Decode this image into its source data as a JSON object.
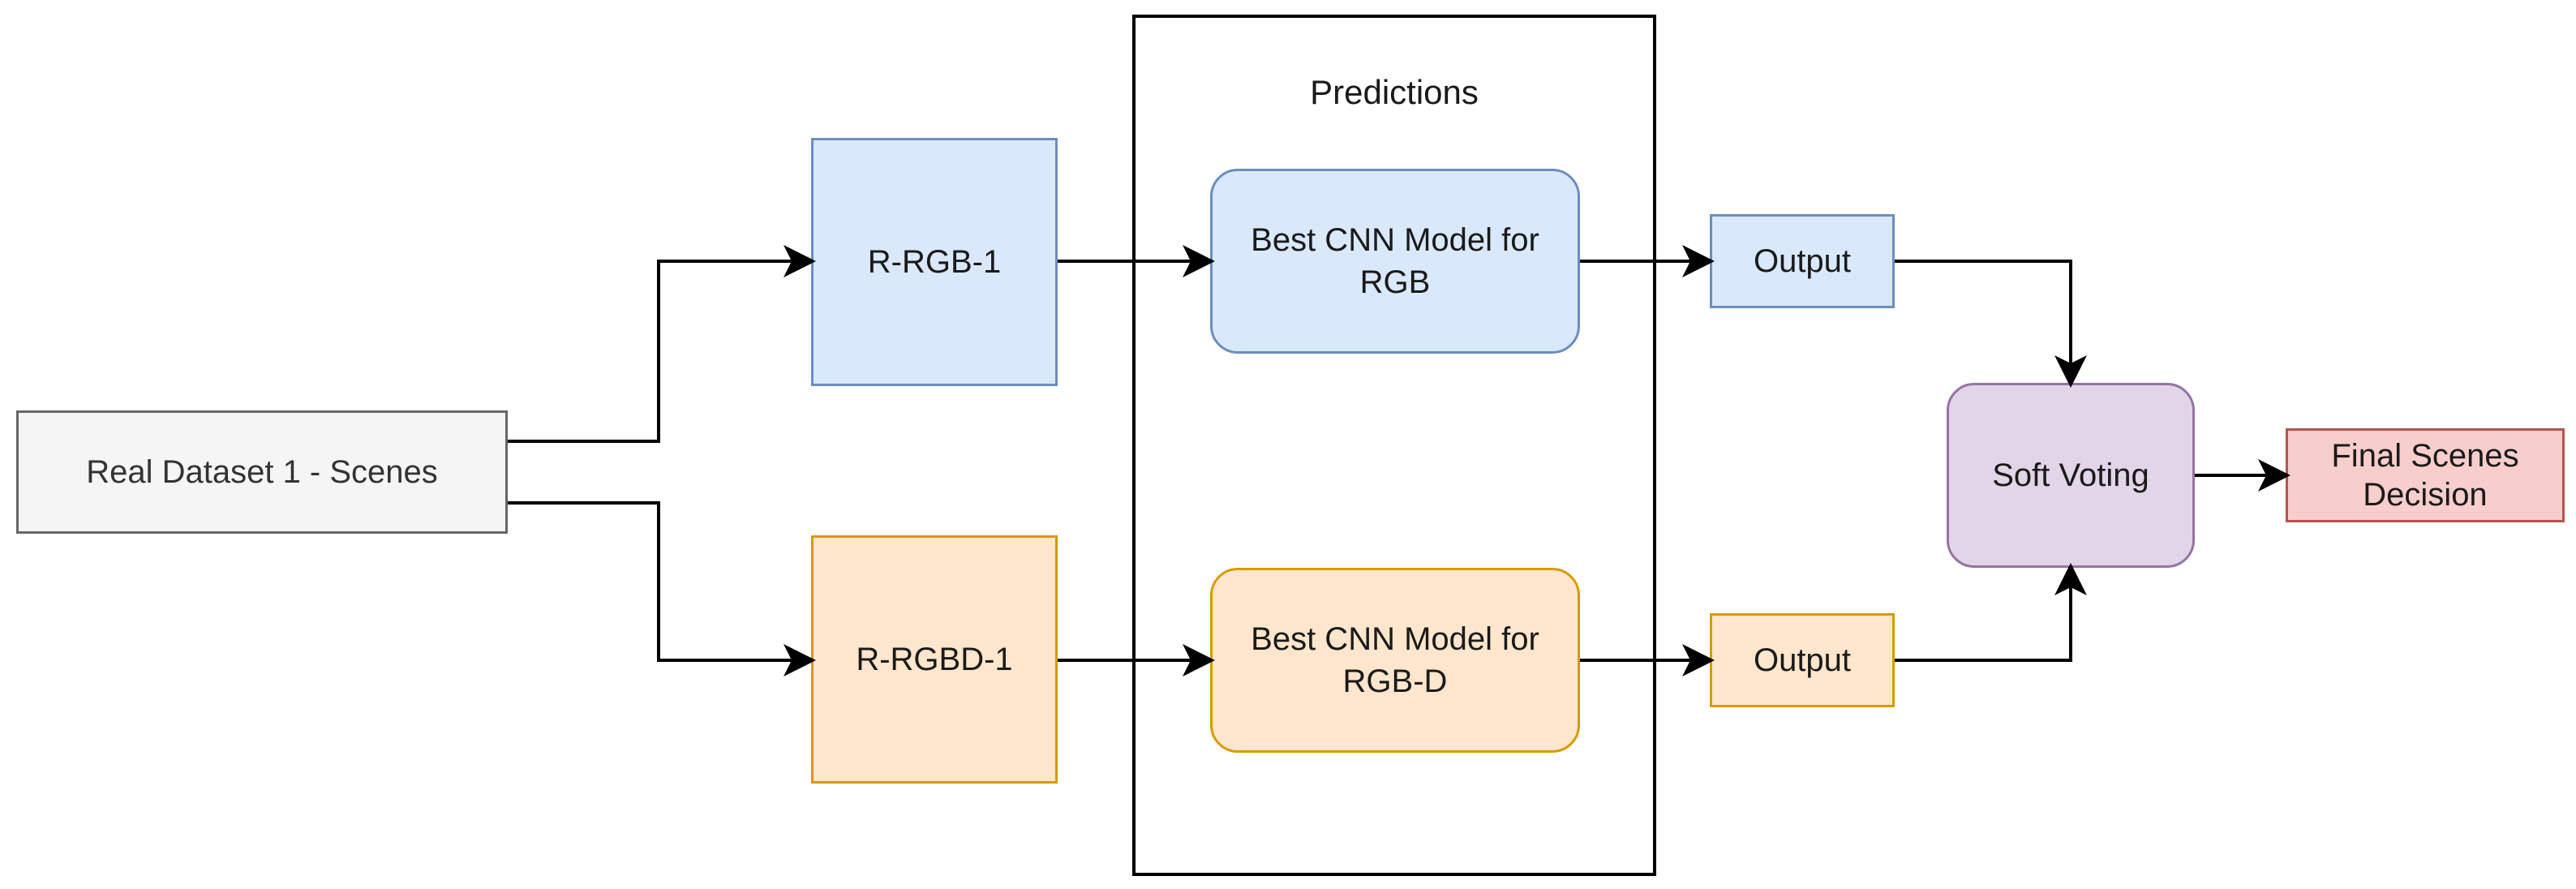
{
  "diagram": {
    "container": {
      "title": "Predictions"
    },
    "nodes": {
      "real_dataset": "Real Dataset 1 - Scenes",
      "r_rgb_1": "R-RGB-1",
      "r_rgbd_1": "R-RGBD-1",
      "cnn_rgb": "Best CNN Model for\nRGB",
      "cnn_rgbd": "Best CNN Model for\nRGB-D",
      "output_rgb": "Output",
      "output_rgbd": "Output",
      "soft_voting": "Soft Voting",
      "final_decision": "Final Scenes\nDecision"
    },
    "colors": {
      "blue_fill": "#dae8fc",
      "blue_stroke": "#6c8ebf",
      "orange_fill": "#ffe6cc",
      "orange_stroke": "#d79b00",
      "purple_fill": "#e1d5e7",
      "purple_stroke": "#9673a6",
      "red_fill": "#f8cecc",
      "red_stroke": "#b85450",
      "gray_fill": "#f5f5f5",
      "gray_stroke": "#666666"
    },
    "edges": [
      {
        "from": "real_dataset",
        "to": "r_rgb_1"
      },
      {
        "from": "real_dataset",
        "to": "r_rgbd_1"
      },
      {
        "from": "r_rgb_1",
        "to": "cnn_rgb"
      },
      {
        "from": "r_rgbd_1",
        "to": "cnn_rgbd"
      },
      {
        "from": "cnn_rgb",
        "to": "output_rgb"
      },
      {
        "from": "cnn_rgbd",
        "to": "output_rgbd"
      },
      {
        "from": "output_rgb",
        "to": "soft_voting"
      },
      {
        "from": "output_rgbd",
        "to": "soft_voting"
      },
      {
        "from": "soft_voting",
        "to": "final_decision"
      }
    ]
  }
}
